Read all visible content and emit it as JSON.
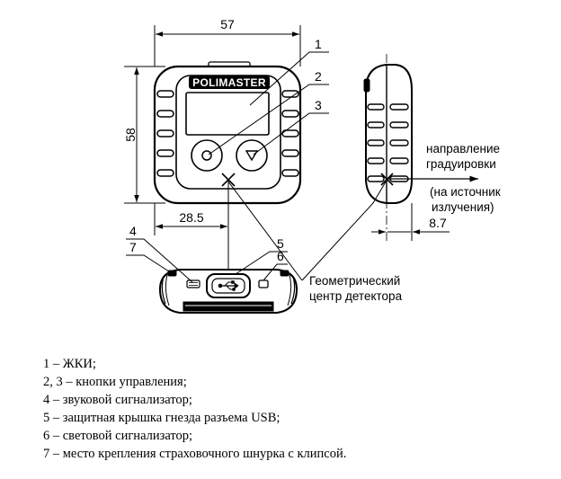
{
  "dimensions": {
    "width": "57",
    "height": "58",
    "half_width": "28.5",
    "depth": "8.7"
  },
  "brand": "POLIMASTER",
  "callouts": [
    "1",
    "2",
    "3",
    "4",
    "5",
    "6",
    "7"
  ],
  "annotations": {
    "direction_line1": "направление",
    "direction_line2": "градуировки",
    "source_line1": "(на источник",
    "source_line2": "излучения)",
    "detector_line1": "Геометрический",
    "detector_line2": "центр детектора"
  },
  "legend": [
    "1 – ЖКИ;",
    "2, 3 – кнопки управления;",
    "4 – звуковой сигнализатор;",
    "5 – защитная крышка гнезда разъема USB;",
    "6 – световой сигнализатор;",
    "7 – место крепления страховочного шнурка с клипсой."
  ]
}
